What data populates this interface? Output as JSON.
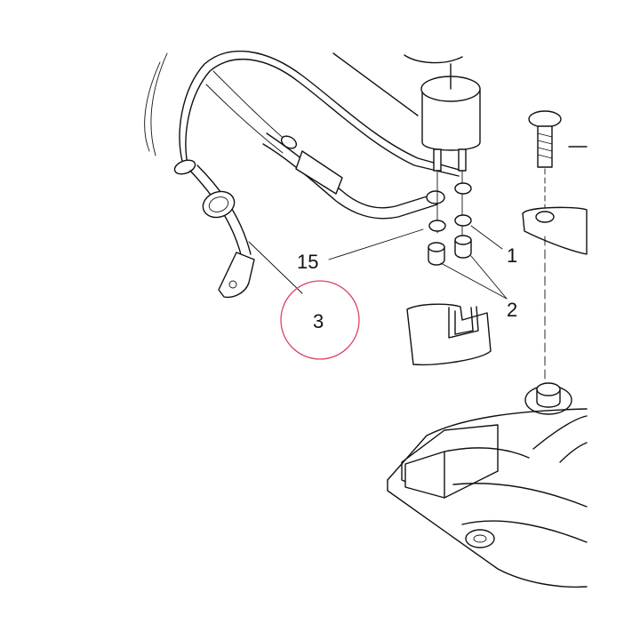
{
  "callouts": {
    "c1": "1",
    "c2": "2",
    "c3": "3",
    "c15": "15"
  },
  "highlight": {
    "target": "3",
    "color": "#d9455f"
  }
}
